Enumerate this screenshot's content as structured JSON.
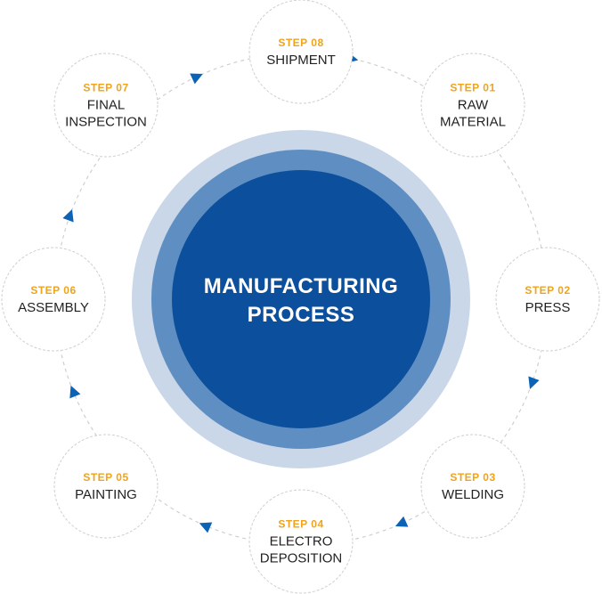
{
  "center": {
    "lines": [
      "MANUFACTURING",
      "PROCESS"
    ]
  },
  "colors": {
    "outer_ring": "#c9d7e8",
    "mid_ring": "#5f8fc2",
    "core": "#0c4f9c",
    "center_text": "#ffffff",
    "step_label": "#f0a31c",
    "step_name": "#222222",
    "node_fill": "#ffffff",
    "node_border": "#cfcfcf",
    "path": "#cfcfcf",
    "arrow": "#0c63b5"
  },
  "steps": [
    {
      "label": "STEP 01",
      "lines": [
        "RAW",
        "MATERIAL"
      ]
    },
    {
      "label": "STEP 02",
      "lines": [
        "PRESS"
      ]
    },
    {
      "label": "STEP 03",
      "lines": [
        "WELDING"
      ]
    },
    {
      "label": "STEP 04",
      "lines": [
        "ELECTRO",
        "DEPOSITION"
      ]
    },
    {
      "label": "STEP 05",
      "lines": [
        "PAINTING"
      ]
    },
    {
      "label": "STEP 06",
      "lines": [
        "ASSEMBLY"
      ]
    },
    {
      "label": "STEP 07",
      "lines": [
        "FINAL",
        "INSPECTION"
      ]
    },
    {
      "label": "STEP 08",
      "lines": [
        "SHIPMENT"
      ]
    }
  ],
  "arrows": [
    {
      "icon": "triangle-arrow-icon"
    },
    {
      "icon": "triangle-arrow-icon"
    },
    {
      "icon": "triangle-arrow-icon"
    },
    {
      "icon": "triangle-arrow-icon"
    },
    {
      "icon": "triangle-arrow-icon"
    },
    {
      "icon": "triangle-arrow-icon"
    },
    {
      "icon": "triangle-arrow-icon"
    },
    {
      "icon": "triangle-arrow-icon"
    }
  ]
}
